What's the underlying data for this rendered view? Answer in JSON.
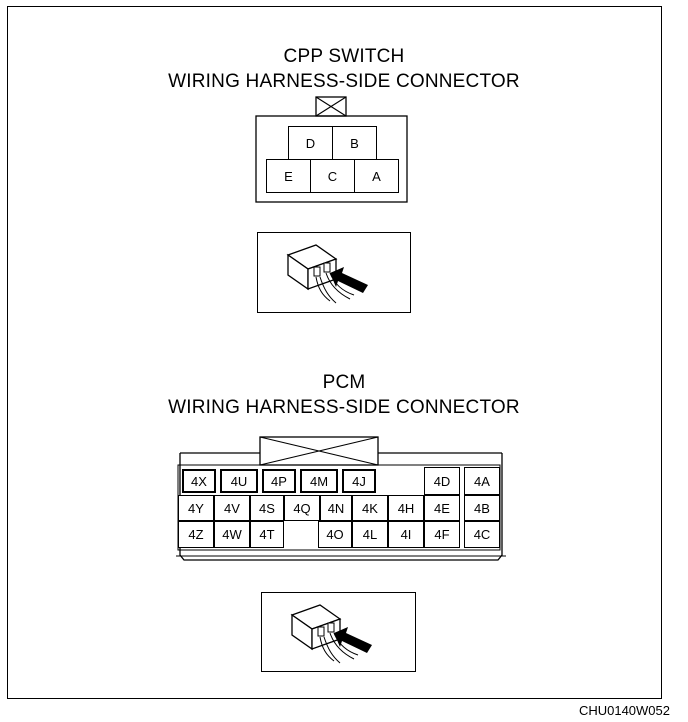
{
  "cpp": {
    "title_line1": "CPP SWITCH",
    "title_line2": "WIRING HARNESS-SIDE CONNECTOR",
    "pins_top": [
      "D",
      "B"
    ],
    "pins_bottom": [
      "E",
      "C",
      "A"
    ]
  },
  "pcm": {
    "title_line1": "PCM",
    "title_line2": "WIRING HARNESS-SIDE CONNECTOR",
    "pins": {
      "4X": "4X",
      "4U": "4U",
      "4P": "4P",
      "4M": "4M",
      "4J": "4J",
      "4D": "4D",
      "4A": "4A",
      "4Y": "4Y",
      "4V": "4V",
      "4S": "4S",
      "4Q": "4Q",
      "4N": "4N",
      "4K": "4K",
      "4H": "4H",
      "4E": "4E",
      "4B": "4B",
      "4Z": "4Z",
      "4W": "4W",
      "4T": "4T",
      "4O": "4O",
      "4L": "4L",
      "4I": "4I",
      "4F": "4F",
      "4C": "4C"
    }
  },
  "figure_code": "CHU0140W052"
}
